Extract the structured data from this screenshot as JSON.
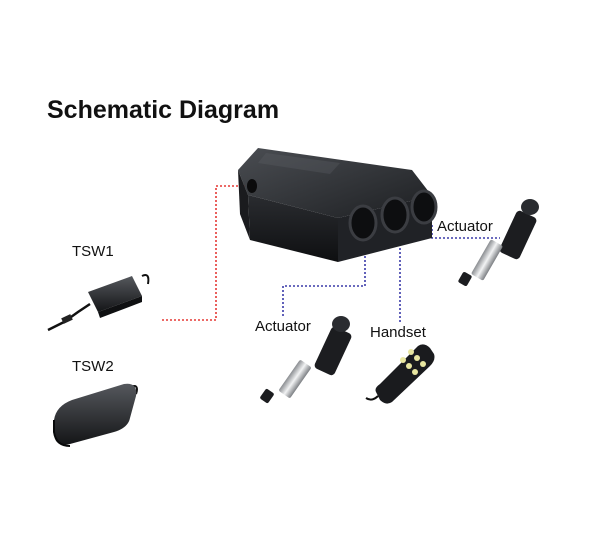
{
  "diagram": {
    "title": "Schematic Diagram",
    "components": {
      "control_box": {
        "name": "control-box"
      },
      "power_supply_1": {
        "label": "TSW1"
      },
      "power_supply_2": {
        "label": "TSW2"
      },
      "actuator_right": {
        "label": "Actuator"
      },
      "actuator_left": {
        "label": "Actuator"
      },
      "handset": {
        "label": "Handset"
      }
    },
    "connections": [
      {
        "from": "TSW1",
        "to": "control-box",
        "style": "dotted",
        "color": "#e53935"
      },
      {
        "from": "control-box",
        "to": "Actuator (right)",
        "style": "dotted",
        "color": "#3a3aa8"
      },
      {
        "from": "control-box",
        "to": "Actuator (left)",
        "style": "dotted",
        "color": "#3a3aa8"
      },
      {
        "from": "control-box",
        "to": "Handset",
        "style": "dotted",
        "color": "#3a3aa8"
      }
    ]
  }
}
